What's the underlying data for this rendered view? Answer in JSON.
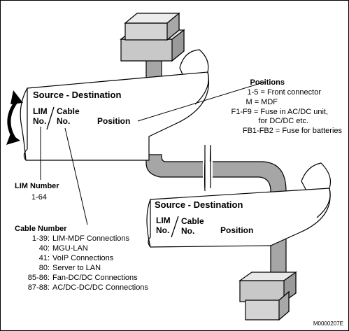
{
  "upper_label": {
    "heading": "Source - Destination",
    "lim_line1": "LIM",
    "lim_line2": "No.",
    "cable_line1": "Cable",
    "cable_line2": "No.",
    "position": "Position"
  },
  "lower_label": {
    "heading": "Source - Destination",
    "lim_line1": "LIM",
    "lim_line2": "No.",
    "cable_line1": "Cable",
    "cable_line2": "No.",
    "position": "Position"
  },
  "positions_note": {
    "title": "Positions",
    "lines": [
      "1-5 = Front connector",
      "M = MDF",
      "F1-F9 = Fuse in AC/DC unit,",
      "for DC/DC etc.",
      "FB1-FB2 = Fuse for batteries"
    ]
  },
  "lim_number_note": {
    "title": "LIM Number",
    "range": "1-64"
  },
  "cable_number_note": {
    "title": "Cable Number",
    "rows": [
      {
        "code": "1-39:",
        "desc": "LIM-MDF Connections"
      },
      {
        "code": "40:",
        "desc": "MGU-LAN"
      },
      {
        "code": "41:",
        "desc": "VoIP Connections"
      },
      {
        "code": "80:",
        "desc": "Server to LAN"
      },
      {
        "code": "85-86:",
        "desc": "Fan-DC/DC Connections"
      },
      {
        "code": "87-88:",
        "desc": "AC/DC-DC/DC Connections"
      }
    ]
  },
  "figure_id": "M0000207E",
  "colors": {
    "cable_fill": "#a6a6a6",
    "connector_light": "#e8e8e8",
    "connector_mid": "#c8c8c8",
    "connector_dark": "#9a9a9a",
    "line": "#000000"
  }
}
